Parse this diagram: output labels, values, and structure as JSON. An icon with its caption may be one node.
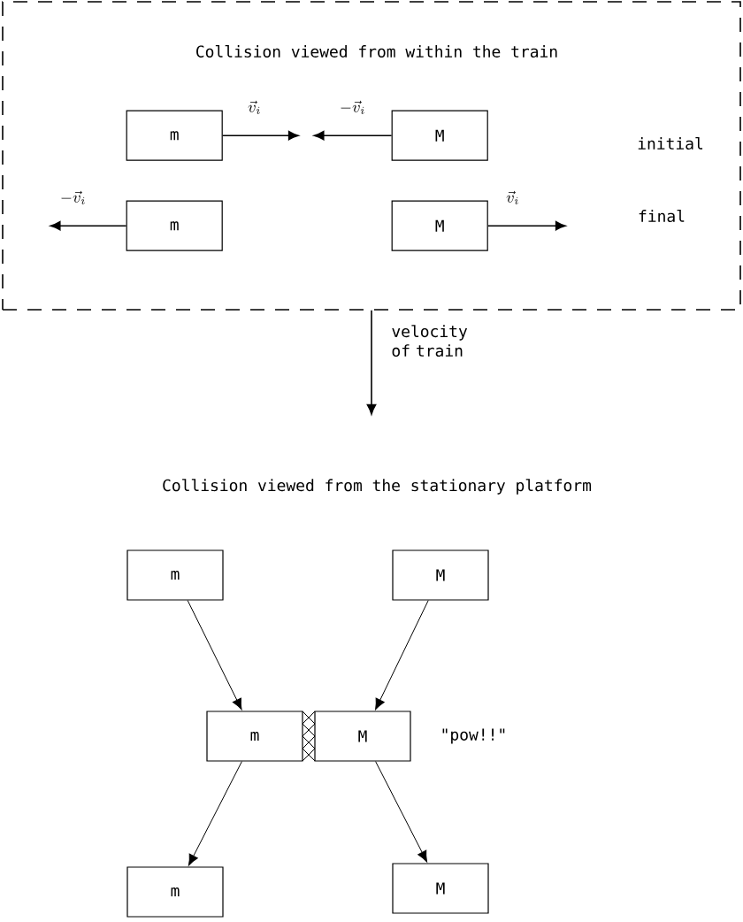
{
  "diagram": {
    "nodes": [
      {
        "text": [
          "Collision viewed from within the train"
        ]
      },
      {
        "text": [
          "m"
        ],
        "in": 0
      },
      {
        "text": [
          "M"
        ],
        "in": 0
      },
      {
        "text": [
          "m"
        ],
        "in": 0
      },
      {
        "text": [
          "M"
        ],
        "in": 0
      },
      {
        "text": [
          "m"
        ]
      },
      {
        "text": [
          "M"
        ]
      },
      {
        "text": [
          "m"
        ]
      },
      {
        "text": [
          "M"
        ],
        "beside": [
          "\"pow!!\""
        ]
      },
      {
        "text": [
          "m"
        ]
      },
      {
        "text": [
          "M"
        ]
      }
    ],
    "edges": [
      {
        "from": 1,
        "to": null,
        "arrow": "to",
        "label": "\\vec{v}_i"
      },
      {
        "from": 2,
        "to": null,
        "arrow": "to",
        "label": "-\\vec{v}_i"
      },
      {
        "from": 3,
        "to": null,
        "arrow": "to",
        "label": "-\\vec{v}_i"
      },
      {
        "from": 4,
        "to": null,
        "arrow": "to",
        "label": "\\vec{v}_i"
      },
      {
        "from": 0,
        "to": null,
        "arrow": "to",
        "label": "velocity of train"
      },
      {
        "from": 5,
        "to": 7,
        "arrow": "to"
      },
      {
        "from": 6,
        "to": 8,
        "arrow": "to"
      },
      {
        "from": 7,
        "to": 9,
        "arrow": "to"
      },
      {
        "from": 8,
        "to": 10,
        "arrow": "to"
      }
    ],
    "labels": [
      "initial",
      "final",
      "Collision viewed from the stationary platform"
    ]
  }
}
